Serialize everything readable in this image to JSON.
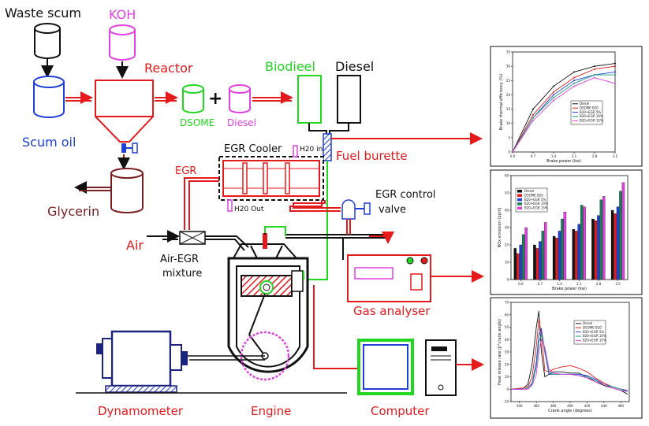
{
  "labels": {
    "waste_scum": "Waste scum",
    "koh": "KOH",
    "reactor": "Reactor",
    "scum_oil": "Scum oil",
    "dsome": "DSOME",
    "plus": "+",
    "diesel_small": "Diesel",
    "biodiesel": "Biodieel",
    "diesel_tank": "Diesel",
    "glycerin": "Glycerin",
    "egr_cooler": "EGR Cooler",
    "h2o_in": "H20 in",
    "h2o_out": "H20 Out",
    "fuel_burette": "Fuel burette",
    "egr": "EGR",
    "egr_control_1": "EGR control",
    "egr_control_2": "valve",
    "air": "Air",
    "air_egr_1": "Air-EGR",
    "air_egr_2": "mixture",
    "gas_analyser": "Gas analyser",
    "dynamometer": "Dynamometer",
    "engine": "Engine",
    "computer": "Computer"
  },
  "colors": {
    "red": "#e41a1c",
    "blue": "#1f3fd6",
    "green": "#22d622",
    "magenta": "#e040e0",
    "dark_red": "#7a1f1f",
    "navy": "#1a237e",
    "black": "#111111"
  },
  "chart_data": [
    {
      "type": "line",
      "legend": [
        "Diesel",
        "DSOME B20",
        "B20+EGR 5%",
        "B20+EGR 10%",
        "B20+EGR 15%"
      ],
      "ylabel": "Brake thermal efficiency (%)",
      "xlabel": "Brake power (kw)",
      "x_ticks": [
        "0.0",
        "0.7",
        "1.4",
        "2.1",
        "2.8",
        "3.5"
      ],
      "y_ticks": [
        "0",
        "5",
        "10",
        "15",
        "20",
        "25",
        "30",
        "35"
      ],
      "xlim": [
        0,
        3.5
      ],
      "ylim": [
        0,
        35
      ],
      "x": [
        0,
        0.7,
        1.4,
        2.1,
        2.8,
        3.5
      ],
      "series": [
        {
          "name": "Diesel",
          "values": [
            0,
            15,
            23,
            28,
            30,
            31
          ]
        },
        {
          "name": "DSOME B20",
          "values": [
            0,
            13,
            21,
            26,
            29,
            30
          ]
        },
        {
          "name": "B20+EGR 5%",
          "values": [
            0,
            12,
            20,
            25,
            27,
            28
          ]
        },
        {
          "name": "B20+EGR 10%",
          "values": [
            0,
            12,
            19,
            24,
            27,
            27
          ]
        },
        {
          "name": "B20+EGR 15%",
          "values": [
            0,
            11,
            18,
            23,
            26,
            24
          ]
        }
      ]
    },
    {
      "type": "bar",
      "legend": [
        "Diesel",
        "DSOME B20",
        "B20+EGR 5%",
        "B20+EGR 10%",
        "B20+EGR 15%"
      ],
      "ylabel": "NOx emission (ppm)",
      "xlabel": "Brake power (kw)",
      "categories": [
        "0.0",
        "0.7",
        "1.4",
        "2.1",
        "2.8",
        "3.5"
      ],
      "y_ticks": [
        "0",
        "10",
        "20",
        "30",
        "40",
        "50",
        "60"
      ],
      "ylim": [
        0,
        60
      ],
      "series": [
        {
          "name": "Diesel",
          "values": [
            18,
            20,
            25,
            29,
            35,
            40
          ]
        },
        {
          "name": "DSOME B20",
          "values": [
            15,
            18,
            24,
            28,
            34,
            38
          ]
        },
        {
          "name": "B20+EGR 5%",
          "values": [
            20,
            22,
            28,
            32,
            37,
            42
          ]
        },
        {
          "name": "B20+EGR 10%",
          "values": [
            26,
            28,
            35,
            43,
            46,
            51
          ]
        },
        {
          "name": "B20+EGR 15%",
          "values": [
            30,
            33,
            39,
            42,
            48,
            56
          ]
        }
      ]
    },
    {
      "type": "line",
      "legend": [
        "Diesel",
        "DSOME B20",
        "B20+EGR 5%",
        "B20+EGR 10%",
        "B20+EGR 15%"
      ],
      "ylabel": "Heat release rate (J/°crank angle)",
      "xlabel": "Crank angle (degrees)",
      "x_ticks": [
        "340",
        "360",
        "380",
        "400",
        "420",
        "440",
        "460"
      ],
      "y_ticks": [
        "-10",
        "0",
        "10",
        "20",
        "30",
        "40",
        "50",
        "60",
        "70"
      ],
      "xlim": [
        330,
        470
      ],
      "ylim": [
        -10,
        70
      ],
      "x": [
        330,
        345,
        350,
        355,
        360,
        363,
        366,
        370,
        375,
        380,
        390,
        400,
        410,
        420,
        430,
        440,
        450,
        460,
        468
      ],
      "series": [
        {
          "name": "Diesel",
          "values": [
            0,
            1,
            4,
            20,
            50,
            63,
            30,
            10,
            12,
            14,
            14,
            13,
            13,
            10,
            6,
            3,
            1,
            -1,
            -4
          ]
        },
        {
          "name": "DSOME B20",
          "values": [
            0,
            1,
            2,
            10,
            35,
            56,
            45,
            15,
            14,
            16,
            18,
            19,
            17,
            14,
            9,
            5,
            2,
            0,
            -1
          ]
        },
        {
          "name": "B20+EGR 5%",
          "values": [
            0,
            0,
            1,
            5,
            22,
            44,
            49,
            30,
            12,
            12,
            12,
            12,
            12,
            11,
            8,
            4,
            2,
            0,
            -1
          ]
        },
        {
          "name": "B20+EGR 10%",
          "values": [
            0,
            0,
            1,
            4,
            18,
            38,
            44,
            32,
            14,
            12,
            12,
            12,
            11,
            10,
            7,
            4,
            2,
            0,
            -2
          ]
        },
        {
          "name": "B20+EGR 15%",
          "values": [
            0,
            0,
            0,
            3,
            12,
            30,
            40,
            34,
            16,
            13,
            12,
            12,
            11,
            9,
            6,
            4,
            1,
            -1,
            -2
          ]
        }
      ]
    }
  ]
}
